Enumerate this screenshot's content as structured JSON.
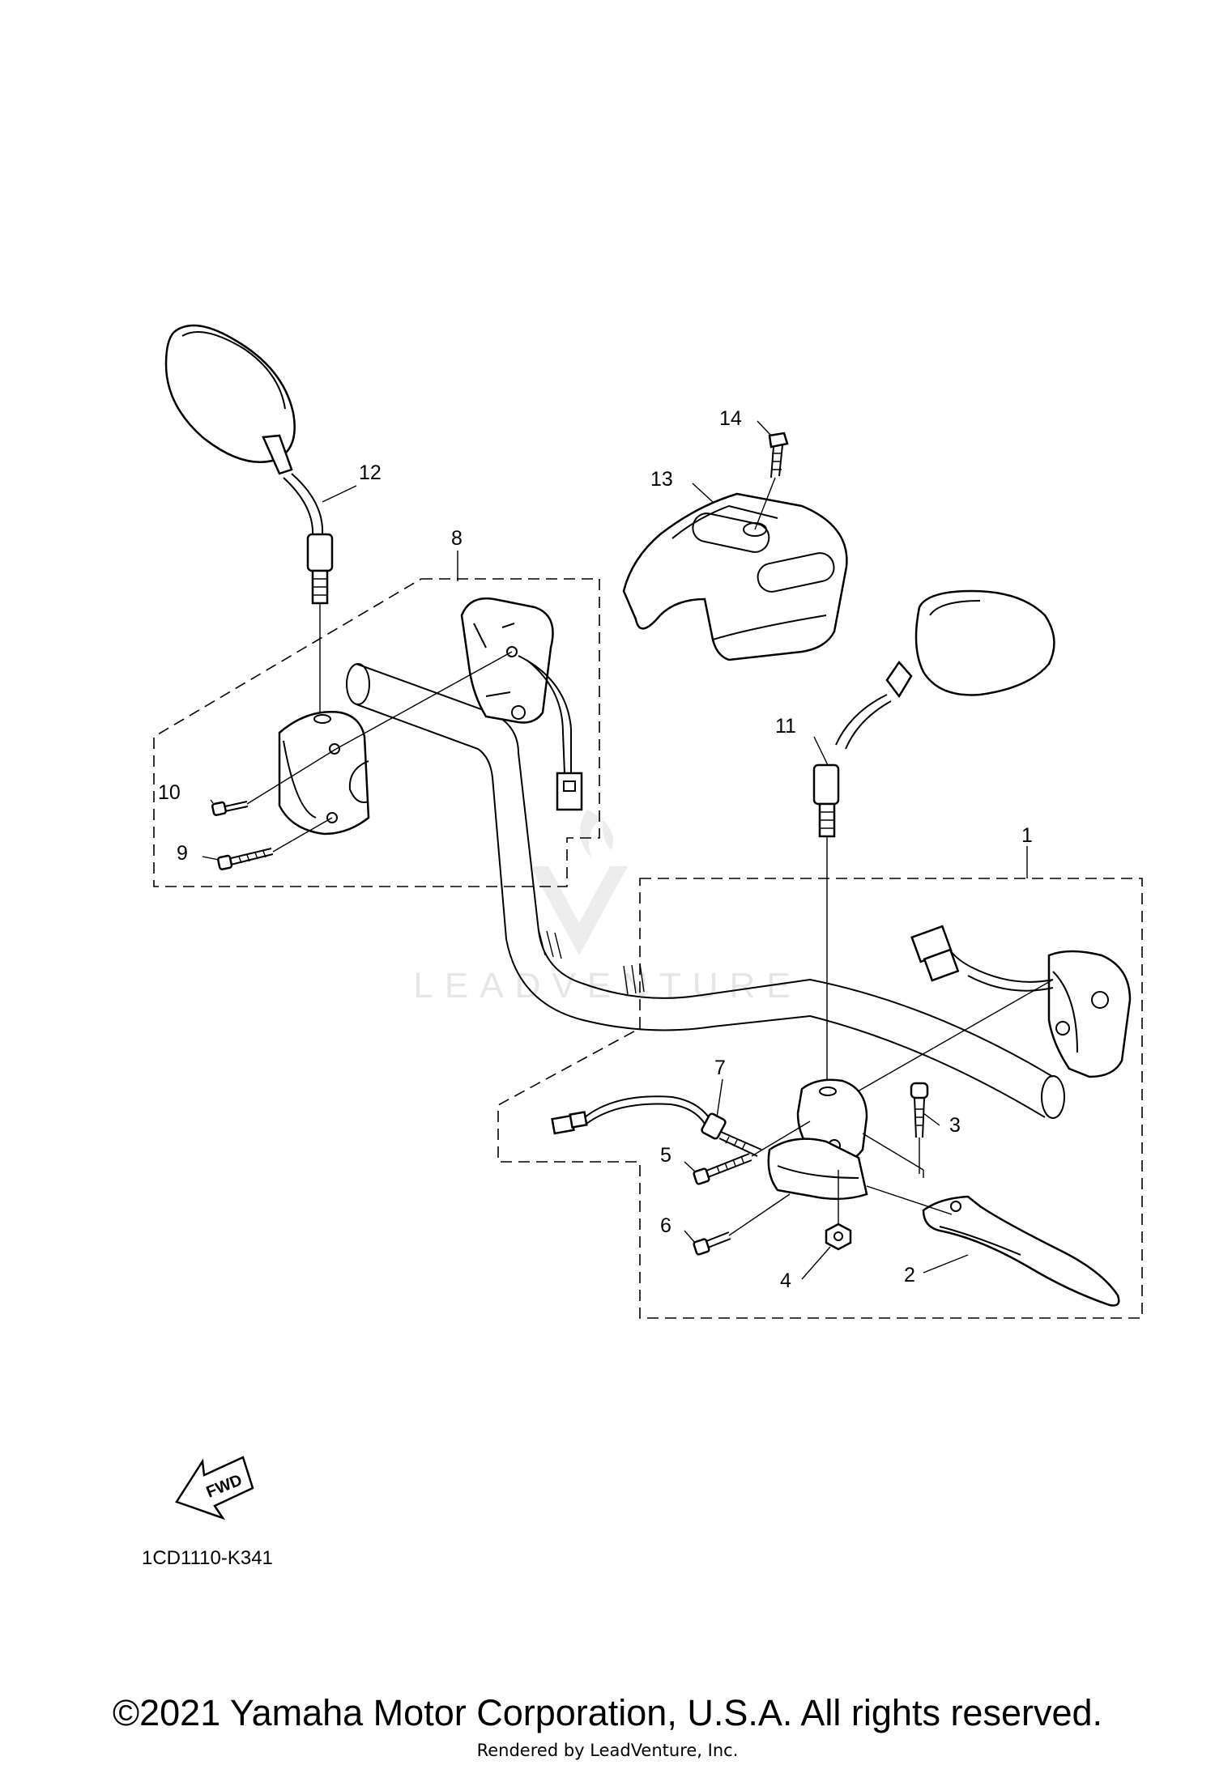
{
  "diagram_code": "1CD1110-K341",
  "fwd_label": "FWD",
  "watermark": "LEADVENTURE",
  "copyright": "©2021 Yamaha Motor Corporation, U.S.A. All rights reserved.",
  "rendered_by": "Rendered by LeadVenture, Inc.",
  "parts": [
    {
      "number": "1"
    },
    {
      "number": "2"
    },
    {
      "number": "3"
    },
    {
      "number": "4"
    },
    {
      "number": "5"
    },
    {
      "number": "6"
    },
    {
      "number": "7"
    },
    {
      "number": "8"
    },
    {
      "number": "9"
    },
    {
      "number": "10"
    },
    {
      "number": "11"
    },
    {
      "number": "12"
    },
    {
      "number": "13"
    },
    {
      "number": "14"
    }
  ]
}
